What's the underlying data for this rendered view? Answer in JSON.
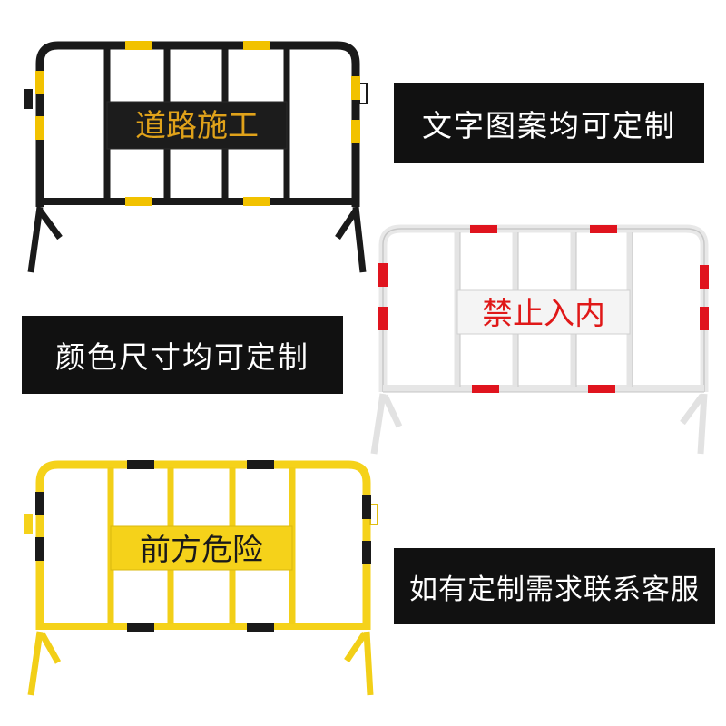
{
  "image": {
    "description_items": [
      {
        "kind": "barrier",
        "color": "#1a1a1a",
        "stripe_color": "#f2c200",
        "sign_text": "道路施工",
        "sign_text_color": "#e0a21a",
        "sign_bg": "#1c1c1c"
      },
      {
        "kind": "barrier",
        "color": "#f2f2f2",
        "stripe_color": "#e0141e",
        "sign_text": "禁止入内",
        "sign_text_color": "#e01818",
        "sign_bg": "#f4f4f4"
      },
      {
        "kind": "barrier",
        "color": "#f5d21a",
        "stripe_color": "#1a1a1a",
        "sign_text": "前方危险",
        "sign_text_color": "#1a1a1a",
        "sign_bg": "#f5d21a"
      }
    ]
  },
  "captions": {
    "caption_1": "文字图案均可定制",
    "caption_2": "颜色尺寸均可定制",
    "caption_3": "如有定制需求联系客服"
  },
  "barriers": {
    "black": {
      "sign": "道路施工"
    },
    "white": {
      "sign": "禁止入内"
    },
    "yellow": {
      "sign": "前方危险"
    }
  }
}
